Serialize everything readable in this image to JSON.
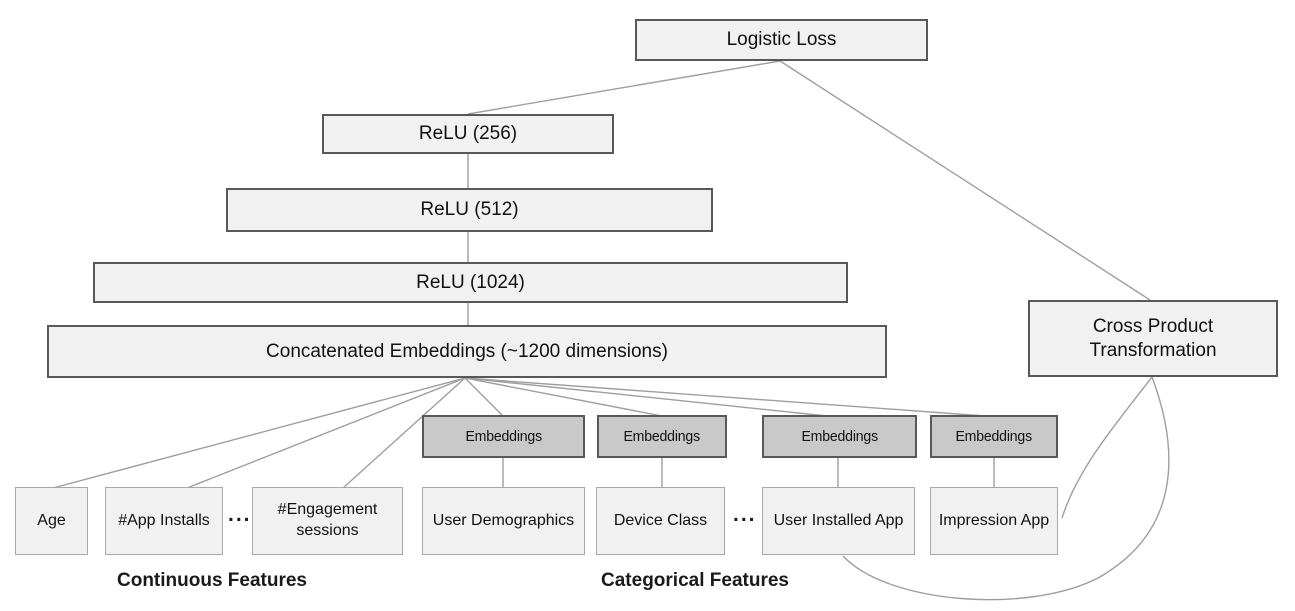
{
  "diagram": {
    "title_hint": "Wide and Deep model architecture",
    "nodes": {
      "logistic_loss": "Logistic Loss",
      "relu_256": "ReLU (256)",
      "relu_512": "ReLU (512)",
      "relu_1024": "ReLU (1024)",
      "concat": "Concatenated Embeddings (~1200 dimensions)",
      "cross_product": "Cross Product Transformation",
      "embeddings_label": "Embeddings"
    },
    "features": {
      "age": "Age",
      "app_installs": "#App Installs",
      "engagement_sessions": "#Engagement sessions",
      "user_demographics": "User Demographics",
      "device_class": "Device Class",
      "user_installed_app": "User Installed App",
      "impression_app": "Impression App"
    },
    "ellipsis": "...",
    "group_labels": {
      "continuous": "Continuous Features",
      "categorical": "Categorical Features"
    },
    "colors": {
      "box_fill": "#f2f1f1",
      "embedding_fill": "#c9c9c9",
      "box_border_dark": "#58585a",
      "box_border_light": "#a8a8a8",
      "connector": "#9e9e9e"
    }
  }
}
